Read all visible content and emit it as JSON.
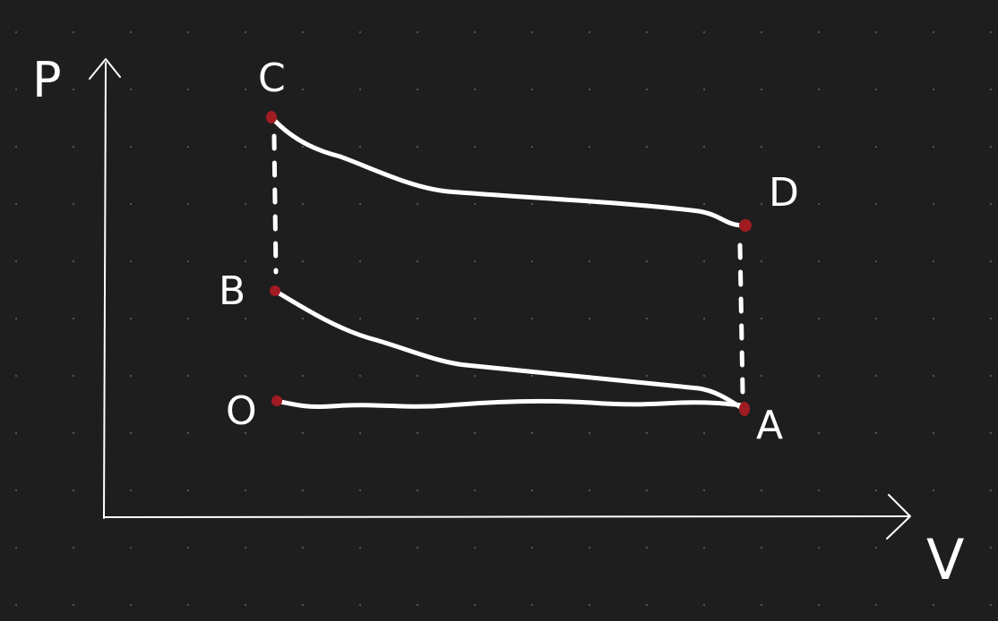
{
  "diagram": {
    "axes": {
      "y_label": "P",
      "x_label": "V"
    },
    "points": {
      "O": {
        "label": "O"
      },
      "A": {
        "label": "A"
      },
      "B": {
        "label": "B"
      },
      "C": {
        "label": "C"
      },
      "D": {
        "label": "D"
      }
    },
    "colors": {
      "background": "#1e1e1e",
      "stroke": "#ffffff",
      "point": "#a11c22",
      "grid_dots": "#555555"
    }
  }
}
